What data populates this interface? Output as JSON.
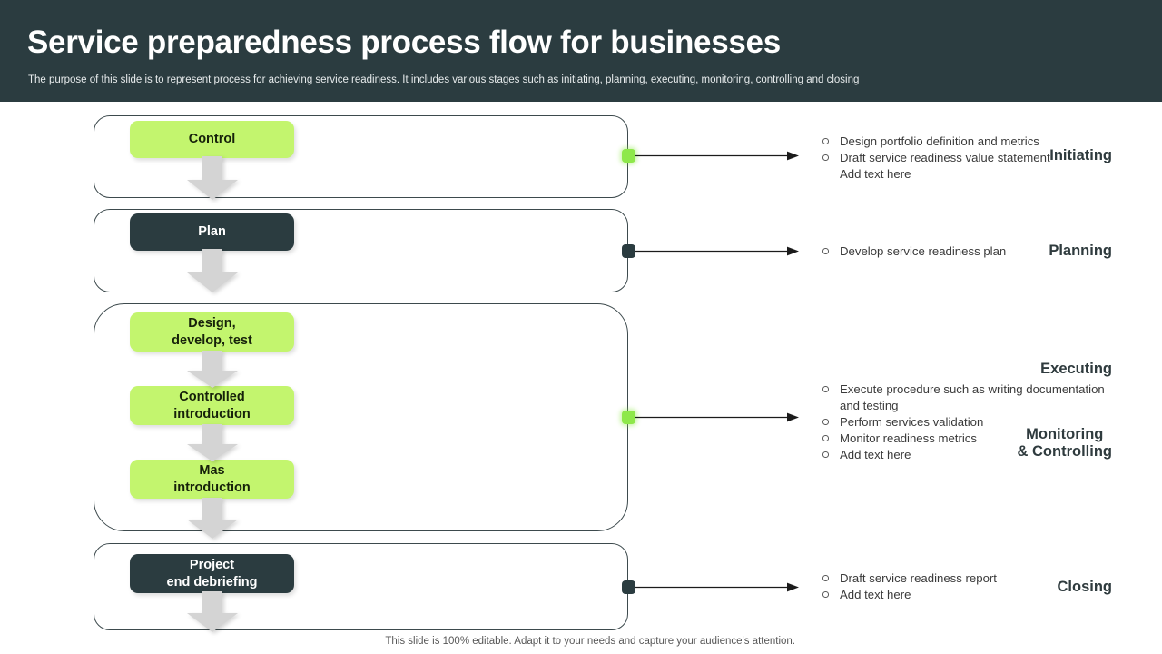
{
  "header": {
    "title": "Service preparedness process flow for businesses",
    "subtitle": "The purpose of this slide is to represent process for achieving service readiness. It includes various stages such as initiating, planning, executing, monitoring, controlling and closing",
    "bg_color": "#2b3c40",
    "title_color": "#ffffff"
  },
  "colors": {
    "accent_green": "#c3f56e",
    "dot_green": "#8ee84a",
    "dark": "#2b3c40",
    "arrow_gray": "#d4d4d4",
    "card_border": "#3d4a4d"
  },
  "stages": [
    {
      "id": "initiating",
      "label": "Initiating",
      "dot_style": "green",
      "boxes": [
        {
          "text": "Control",
          "style": "green"
        }
      ],
      "bullets": [
        {
          "text": "Design portfolio definition  and metrics",
          "marker": true
        },
        {
          "text": "Draft service readiness value statement",
          "marker": true
        },
        {
          "text": "Add text here",
          "marker": false
        }
      ]
    },
    {
      "id": "planning",
      "label": "Planning",
      "dot_style": "dark",
      "boxes": [
        {
          "text": "Plan",
          "style": "dark"
        }
      ],
      "bullets": [
        {
          "text": "Develop service readiness plan",
          "marker": true
        }
      ]
    },
    {
      "id": "executing",
      "label": "Executing",
      "dot_style": "green",
      "label2": "Monitoring\n& Controlling",
      "boxes": [
        {
          "text": "Design,\ndevelop, test",
          "style": "green"
        },
        {
          "text": "Controlled\nintroduction",
          "style": "green"
        },
        {
          "text": "Mas\nintroduction",
          "style": "green"
        }
      ],
      "bullets": [
        {
          "text": "Execute procedure such as writing documentation and testing",
          "marker": true
        },
        {
          "text": "Perform services validation",
          "marker": true
        },
        {
          "text": "Monitor  readiness metrics",
          "marker": true
        },
        {
          "text": "Add text here",
          "marker": true
        }
      ]
    },
    {
      "id": "closing",
      "label": "Closing",
      "dot_style": "dark",
      "boxes": [
        {
          "text": "Project\nend debriefing",
          "style": "dark"
        }
      ],
      "bullets": [
        {
          "text": "Draft service readiness report",
          "marker": true
        },
        {
          "text": "Add text here",
          "marker": true
        }
      ]
    }
  ],
  "footer": {
    "note": "This slide is 100% editable. Adapt it to your needs and capture your audience's attention."
  }
}
